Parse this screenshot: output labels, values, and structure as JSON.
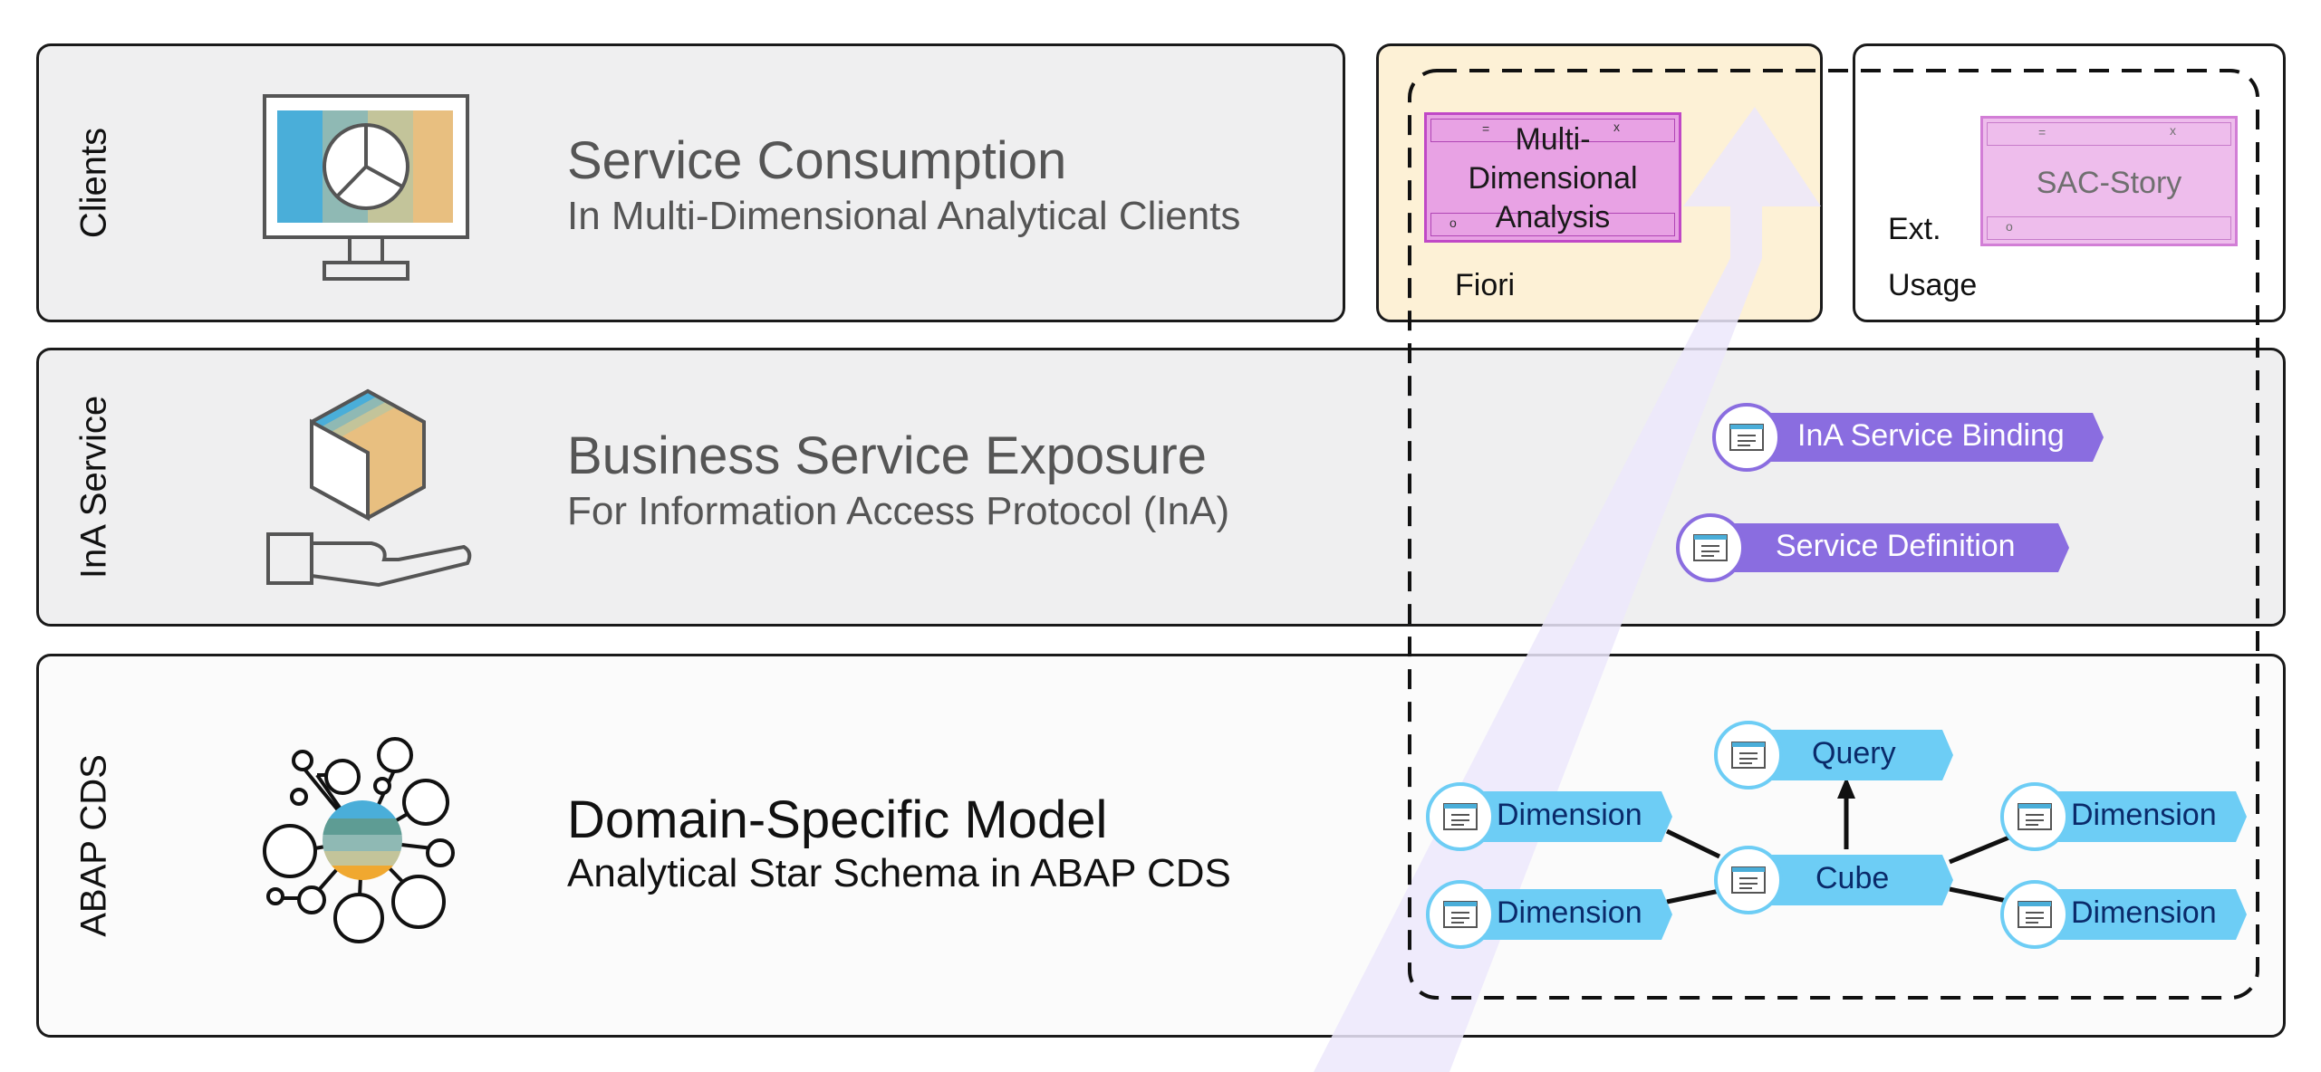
{
  "layers": {
    "clients": {
      "label": "Clients",
      "title": "Service Consumption",
      "subtitle": "In Multi-Dimensional Analytical Clients"
    },
    "ina": {
      "label": "InA Service",
      "title": "Business Service Exposure",
      "subtitle": "For Information Access Protocol (InA)"
    },
    "cds": {
      "label": "ABAP CDS",
      "title": "Domain-Specific Model",
      "subtitle": "Analytical Star Schema in ABAP CDS"
    }
  },
  "fiori": {
    "label": "Fiori",
    "window": {
      "bar_left": "=",
      "bar_right": "x",
      "footer_mark": "o",
      "line1": "Multi-",
      "line2": "Dimensional",
      "line3": "Analysis"
    }
  },
  "ext": {
    "label_line1": "Ext.",
    "label_line2": "Usage",
    "window": {
      "bar_left": "=",
      "bar_right": "x",
      "footer_mark": "o",
      "text": "SAC-Story"
    }
  },
  "ina_artifacts": {
    "binding": "InA Service Binding",
    "definition": "Service Definition"
  },
  "cds_artifacts": {
    "query": "Query",
    "cube": "Cube",
    "dim_left_top": "Dimension",
    "dim_left_bottom": "Dimension",
    "dim_right_top": "Dimension",
    "dim_right_bottom": "Dimension"
  },
  "colors": {
    "layer_bg": "#efeff0",
    "fiori_bg": "#fdf1d6",
    "ina_tag": "#8a6de0",
    "cds_tag": "#6dcdf5",
    "window_bg": "#e8a2e4",
    "arrow": "#ece8fb"
  }
}
